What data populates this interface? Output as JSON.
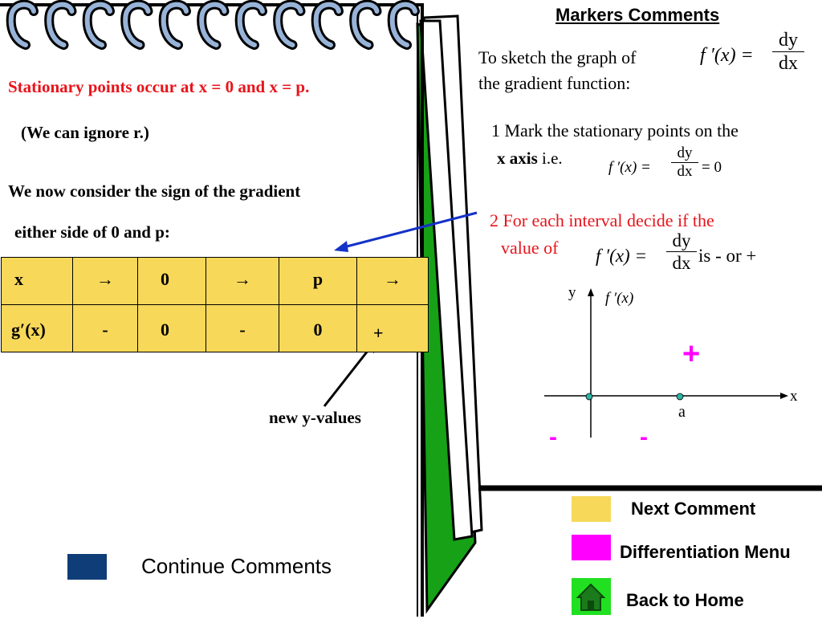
{
  "notebook": {
    "line1": "Stationary points occur at x = 0  and  x = p.",
    "line2": "(We can ignore r.)",
    "line3": "We now consider the sign of the gradient",
    "line4": "either side of 0 and p:"
  },
  "table": {
    "row1": [
      "x",
      "→",
      "0",
      "→",
      "p",
      "→"
    ],
    "row2": [
      "g′(x)",
      "-",
      "0",
      "-",
      "0",
      "+"
    ]
  },
  "annotation": "new y-values",
  "continue_label": "Continue Comments",
  "comments": {
    "title": "Markers Comments",
    "intro": [
      "To sketch the graph of",
      "the gradient function:"
    ],
    "step1": [
      "1 Mark the stationary points on the",
      "x axis",
      "i.e."
    ],
    "step2": [
      "2 For each interval decide if the",
      "value of",
      "is - or +"
    ],
    "formula": {
      "lhs": "f ′(x) =",
      "num": "dy",
      "den": "dx",
      "eq_zero": "= 0"
    }
  },
  "graph": {
    "y_label": "y",
    "y_sub_label": "f ′(x)",
    "x_label": "x",
    "point_label": "a",
    "signs": [
      "+",
      "-",
      "-"
    ]
  },
  "nav": {
    "next": "Next Comment",
    "menu": "Differentiation Menu",
    "home": "Back to Home"
  },
  "colors": {
    "table_fill": "#f7d859",
    "red_text": "#e8141b",
    "magenta": "#ff00ff",
    "green_page": "#16a116",
    "home_green": "#21e021",
    "continue_blue": "#0f3d78",
    "spiral_blue": "#98b3d8",
    "arrow_blue": "#1432c8"
  }
}
